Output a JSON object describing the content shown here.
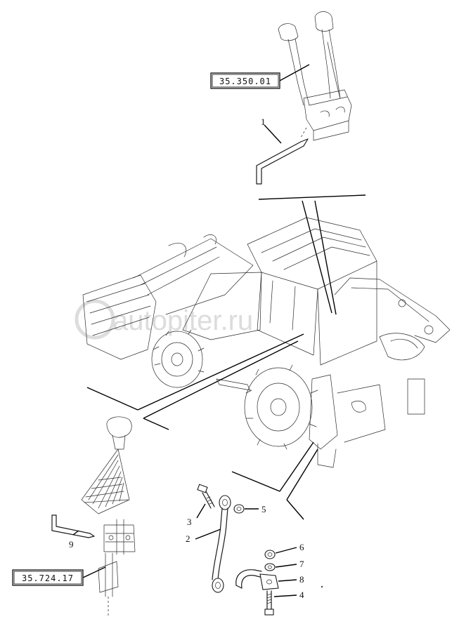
{
  "watermark": "autopiter.ru",
  "references": {
    "top": "35.350.01",
    "bottom": "35.724.17"
  },
  "callouts": {
    "item1": "1",
    "item2": "2",
    "item3": "3",
    "item4": "4",
    "item5": "5",
    "item6": "6",
    "item7": "7",
    "item8": "8",
    "item9": "9"
  }
}
